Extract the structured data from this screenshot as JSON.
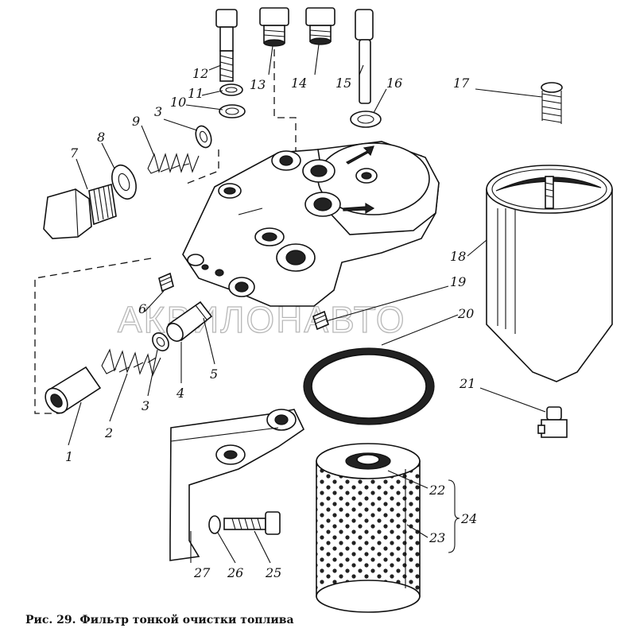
{
  "figure": {
    "caption": "Рис. 29. Фильтр тонкой очистки топлива",
    "watermark": "АКВИЛОНАВТО",
    "callouts": [
      {
        "id": "c1",
        "text": "1"
      },
      {
        "id": "c2",
        "text": "2"
      },
      {
        "id": "c3a",
        "text": "3"
      },
      {
        "id": "c3b",
        "text": "3"
      },
      {
        "id": "c4",
        "text": "4"
      },
      {
        "id": "c5",
        "text": "5"
      },
      {
        "id": "c6",
        "text": "6"
      },
      {
        "id": "c7",
        "text": "7"
      },
      {
        "id": "c8",
        "text": "8"
      },
      {
        "id": "c9",
        "text": "9"
      },
      {
        "id": "c10",
        "text": "10"
      },
      {
        "id": "c11",
        "text": "11"
      },
      {
        "id": "c12",
        "text": "12"
      },
      {
        "id": "c13",
        "text": "13"
      },
      {
        "id": "c14",
        "text": "14"
      },
      {
        "id": "c15",
        "text": "15"
      },
      {
        "id": "c16",
        "text": "16"
      },
      {
        "id": "c17",
        "text": "17"
      },
      {
        "id": "c18",
        "text": "18"
      },
      {
        "id": "c19",
        "text": "19"
      },
      {
        "id": "c20",
        "text": "20"
      },
      {
        "id": "c21",
        "text": "21"
      },
      {
        "id": "c22",
        "text": "22"
      },
      {
        "id": "c23",
        "text": "23"
      },
      {
        "id": "c24",
        "text": "24"
      },
      {
        "id": "c25",
        "text": "25"
      },
      {
        "id": "c26",
        "text": "26"
      },
      {
        "id": "c27",
        "text": "27"
      }
    ]
  }
}
